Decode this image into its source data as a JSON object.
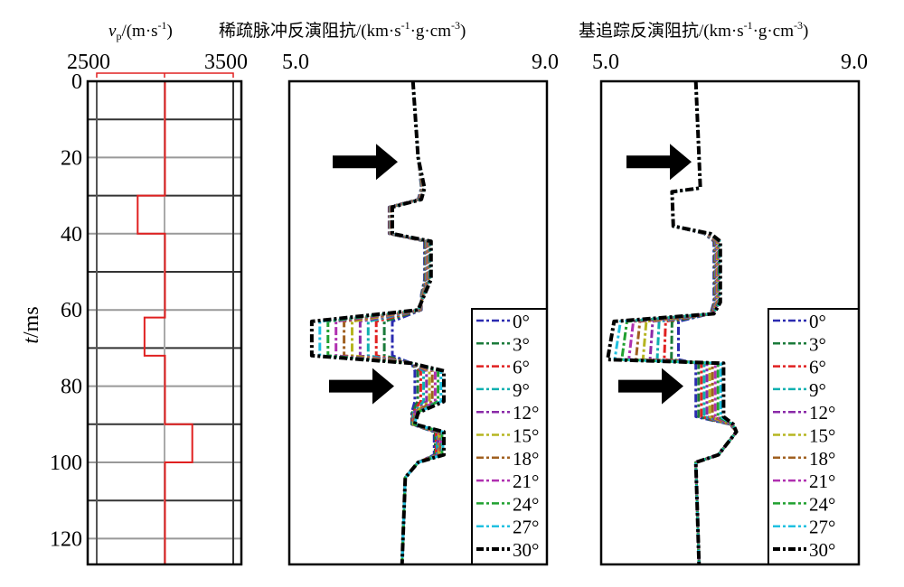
{
  "chart_data": [
    {
      "type": "line",
      "panel": "velocity",
      "title_parts": [
        "v",
        "p",
        "/(m·s",
        "-1",
        ")"
      ],
      "x_ticks": [
        "2500",
        "3500"
      ],
      "xlim": [
        2500,
        3500
      ],
      "ylabel_parts": [
        "t",
        "/ms"
      ],
      "y_ticks": [
        "0",
        "20",
        "40",
        "60",
        "80",
        "100",
        "120"
      ],
      "ylim": [
        0,
        127
      ],
      "grid": true,
      "series": [
        {
          "name": "vp",
          "color": "#e02020",
          "points": [
            [
              0,
              3000
            ],
            [
              30,
              3000
            ],
            [
              30,
              2800
            ],
            [
              40,
              2800
            ],
            [
              40,
              3000
            ],
            [
              62,
              3000
            ],
            [
              62,
              2850
            ],
            [
              72,
              2850
            ],
            [
              72,
              3000
            ],
            [
              90,
              3000
            ],
            [
              90,
              3200
            ],
            [
              100,
              3200
            ],
            [
              100,
              3000
            ],
            [
              127,
              3000
            ]
          ]
        }
      ]
    },
    {
      "type": "line",
      "panel": "sparse-spike",
      "title_parts": [
        "稀疏脉冲反演阻抗/(km·s",
        "-1",
        "·g·cm",
        "-3",
        ")"
      ],
      "x_ticks": [
        "5.0",
        "9.0"
      ],
      "xlim": [
        5.0,
        9.0
      ],
      "ylim": [
        0,
        127
      ],
      "angles": [
        "0°",
        "3°",
        "6°",
        "9°",
        "12°",
        "15°",
        "18°",
        "21°",
        "24°",
        "27°",
        "30°"
      ],
      "t": [
        0,
        20,
        28,
        31,
        33,
        40,
        42,
        52,
        56,
        60,
        63,
        72,
        74,
        76,
        84,
        87,
        90,
        92,
        98,
        100,
        104,
        127
      ],
      "impedance_0deg": [
        6.92,
        7.0,
        7.05,
        7.0,
        6.55,
        6.55,
        7.1,
        7.1,
        7.05,
        7.05,
        6.6,
        6.6,
        6.9,
        6.95,
        6.95,
        6.9,
        6.9,
        7.25,
        7.25,
        7.0,
        6.8,
        6.75
      ],
      "impedance_30deg": [
        6.92,
        7.0,
        7.1,
        7.05,
        6.6,
        6.6,
        7.2,
        7.2,
        7.1,
        7.0,
        5.35,
        5.35,
        6.9,
        7.4,
        7.4,
        7.0,
        6.95,
        7.4,
        7.4,
        7.0,
        6.8,
        6.75
      ],
      "legend_position": "bottom-right",
      "arrows_at_ms": [
        24,
        80
      ]
    },
    {
      "type": "line",
      "panel": "basis-pursuit",
      "title_parts": [
        "基追踪反演阻抗/(km·s",
        "-1",
        "·g·cm",
        "-3",
        ")"
      ],
      "x_ticks": [
        "5.0",
        "9.0"
      ],
      "xlim": [
        5.0,
        9.0
      ],
      "ylim": [
        0,
        127
      ],
      "angles": [
        "0°",
        "3°",
        "6°",
        "9°",
        "12°",
        "15°",
        "18°",
        "21°",
        "24°",
        "27°",
        "30°"
      ],
      "t": [
        0,
        20,
        28,
        29,
        38,
        40,
        42,
        58,
        61,
        63,
        73,
        74,
        88,
        90,
        92,
        98,
        100,
        127
      ],
      "impedance_0deg": [
        6.47,
        6.52,
        6.54,
        6.1,
        6.12,
        6.6,
        6.75,
        6.75,
        6.7,
        6.2,
        6.2,
        6.47,
        6.47,
        7.0,
        7.1,
        6.82,
        6.47,
        6.52
      ],
      "impedance_30deg": [
        6.47,
        6.52,
        6.54,
        6.1,
        6.12,
        6.7,
        6.85,
        6.85,
        6.75,
        5.2,
        5.1,
        6.9,
        6.9,
        7.05,
        7.1,
        6.82,
        6.47,
        6.52
      ],
      "legend_position": "bottom-right",
      "arrows_at_ms": [
        24,
        80
      ]
    }
  ],
  "angle_colors": [
    "#2b2bb0",
    "#1a7a3a",
    "#e02020",
    "#10b0b0",
    "#8a2aa8",
    "#b5b520",
    "#a06020",
    "#b030b0",
    "#20a030",
    "#20c0e0",
    "#000000"
  ]
}
